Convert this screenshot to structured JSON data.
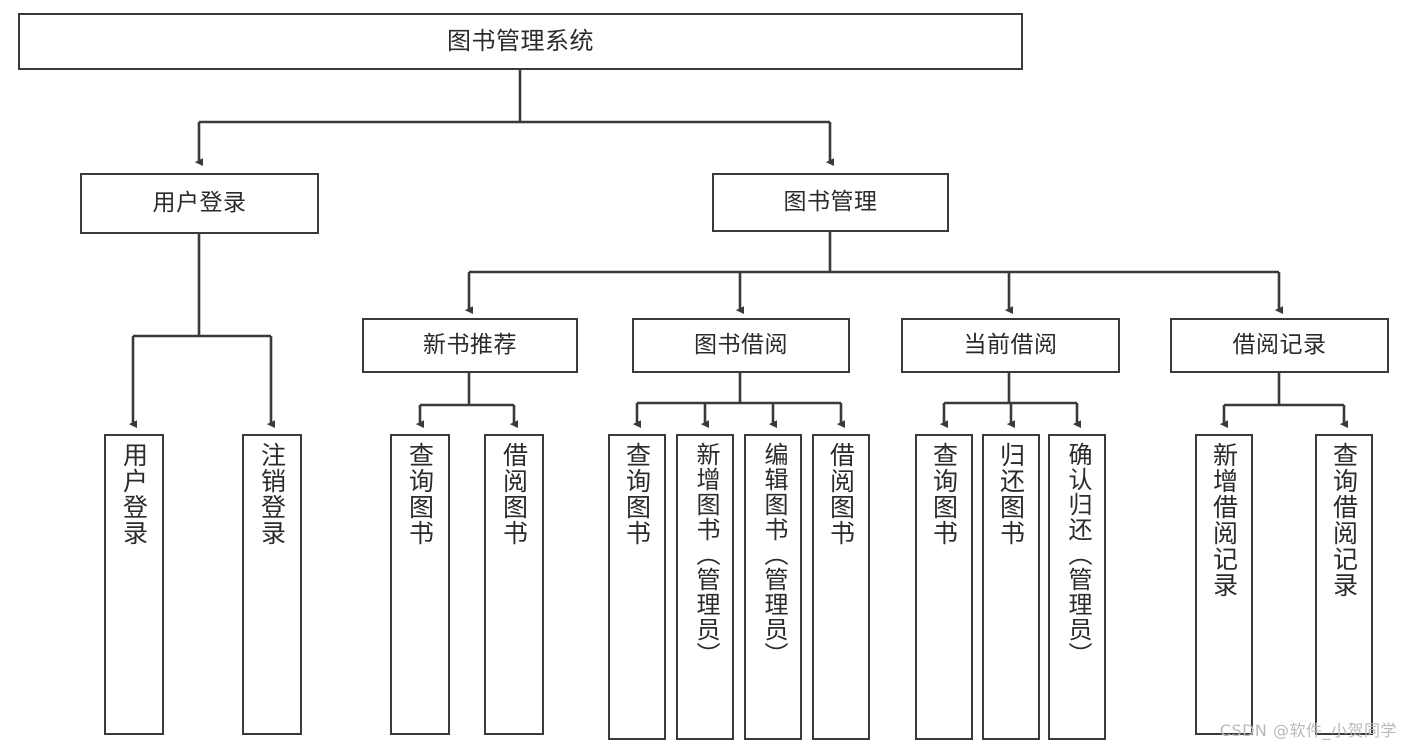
{
  "diagram": {
    "title": "图书管理系统",
    "type": "tree-hierarchy-chart",
    "root": {
      "id": "root",
      "label": "图书管理系统"
    },
    "level1": [
      {
        "id": "user-login",
        "label": "用户登录"
      },
      {
        "id": "book-manage",
        "label": "图书管理"
      }
    ],
    "level2": [
      {
        "id": "new-book-rec",
        "label": "新书推荐",
        "parent": "book-manage"
      },
      {
        "id": "book-borrow",
        "label": "图书借阅",
        "parent": "book-manage"
      },
      {
        "id": "current-borrow",
        "label": "当前借阅",
        "parent": "book-manage"
      },
      {
        "id": "borrow-record",
        "label": "借阅记录",
        "parent": "book-manage"
      }
    ],
    "leaves": {
      "user-login": [
        {
          "id": "leaf-user-login",
          "label": "用户登录"
        },
        {
          "id": "leaf-logout",
          "label": "注销登录"
        }
      ],
      "new-book-rec": [
        {
          "id": "leaf-query-book-1",
          "label": "查询图书"
        },
        {
          "id": "leaf-borrow-book-1",
          "label": "借阅图书"
        }
      ],
      "book-borrow": [
        {
          "id": "leaf-query-book-2",
          "label": "查询图书"
        },
        {
          "id": "leaf-add-book",
          "label": "新增图书（管理员）"
        },
        {
          "id": "leaf-edit-book",
          "label": "编辑图书（管理员）"
        },
        {
          "id": "leaf-borrow-book-2",
          "label": "借阅图书"
        }
      ],
      "current-borrow": [
        {
          "id": "leaf-query-book-3",
          "label": "查询图书"
        },
        {
          "id": "leaf-return-book",
          "label": "归还图书"
        },
        {
          "id": "leaf-confirm-return",
          "label": "确认归还（管理员）"
        }
      ],
      "borrow-record": [
        {
          "id": "leaf-add-record",
          "label": "新增借阅记录"
        },
        {
          "id": "leaf-query-record",
          "label": "查询借阅记录"
        }
      ]
    }
  },
  "watermark": {
    "text": "CSDN @软件_小贺同学"
  },
  "colors": {
    "stroke": "#3a3a3a",
    "fill": "#ffffff",
    "text": "#2b2b2b",
    "watermark": "#b9b9b9"
  }
}
